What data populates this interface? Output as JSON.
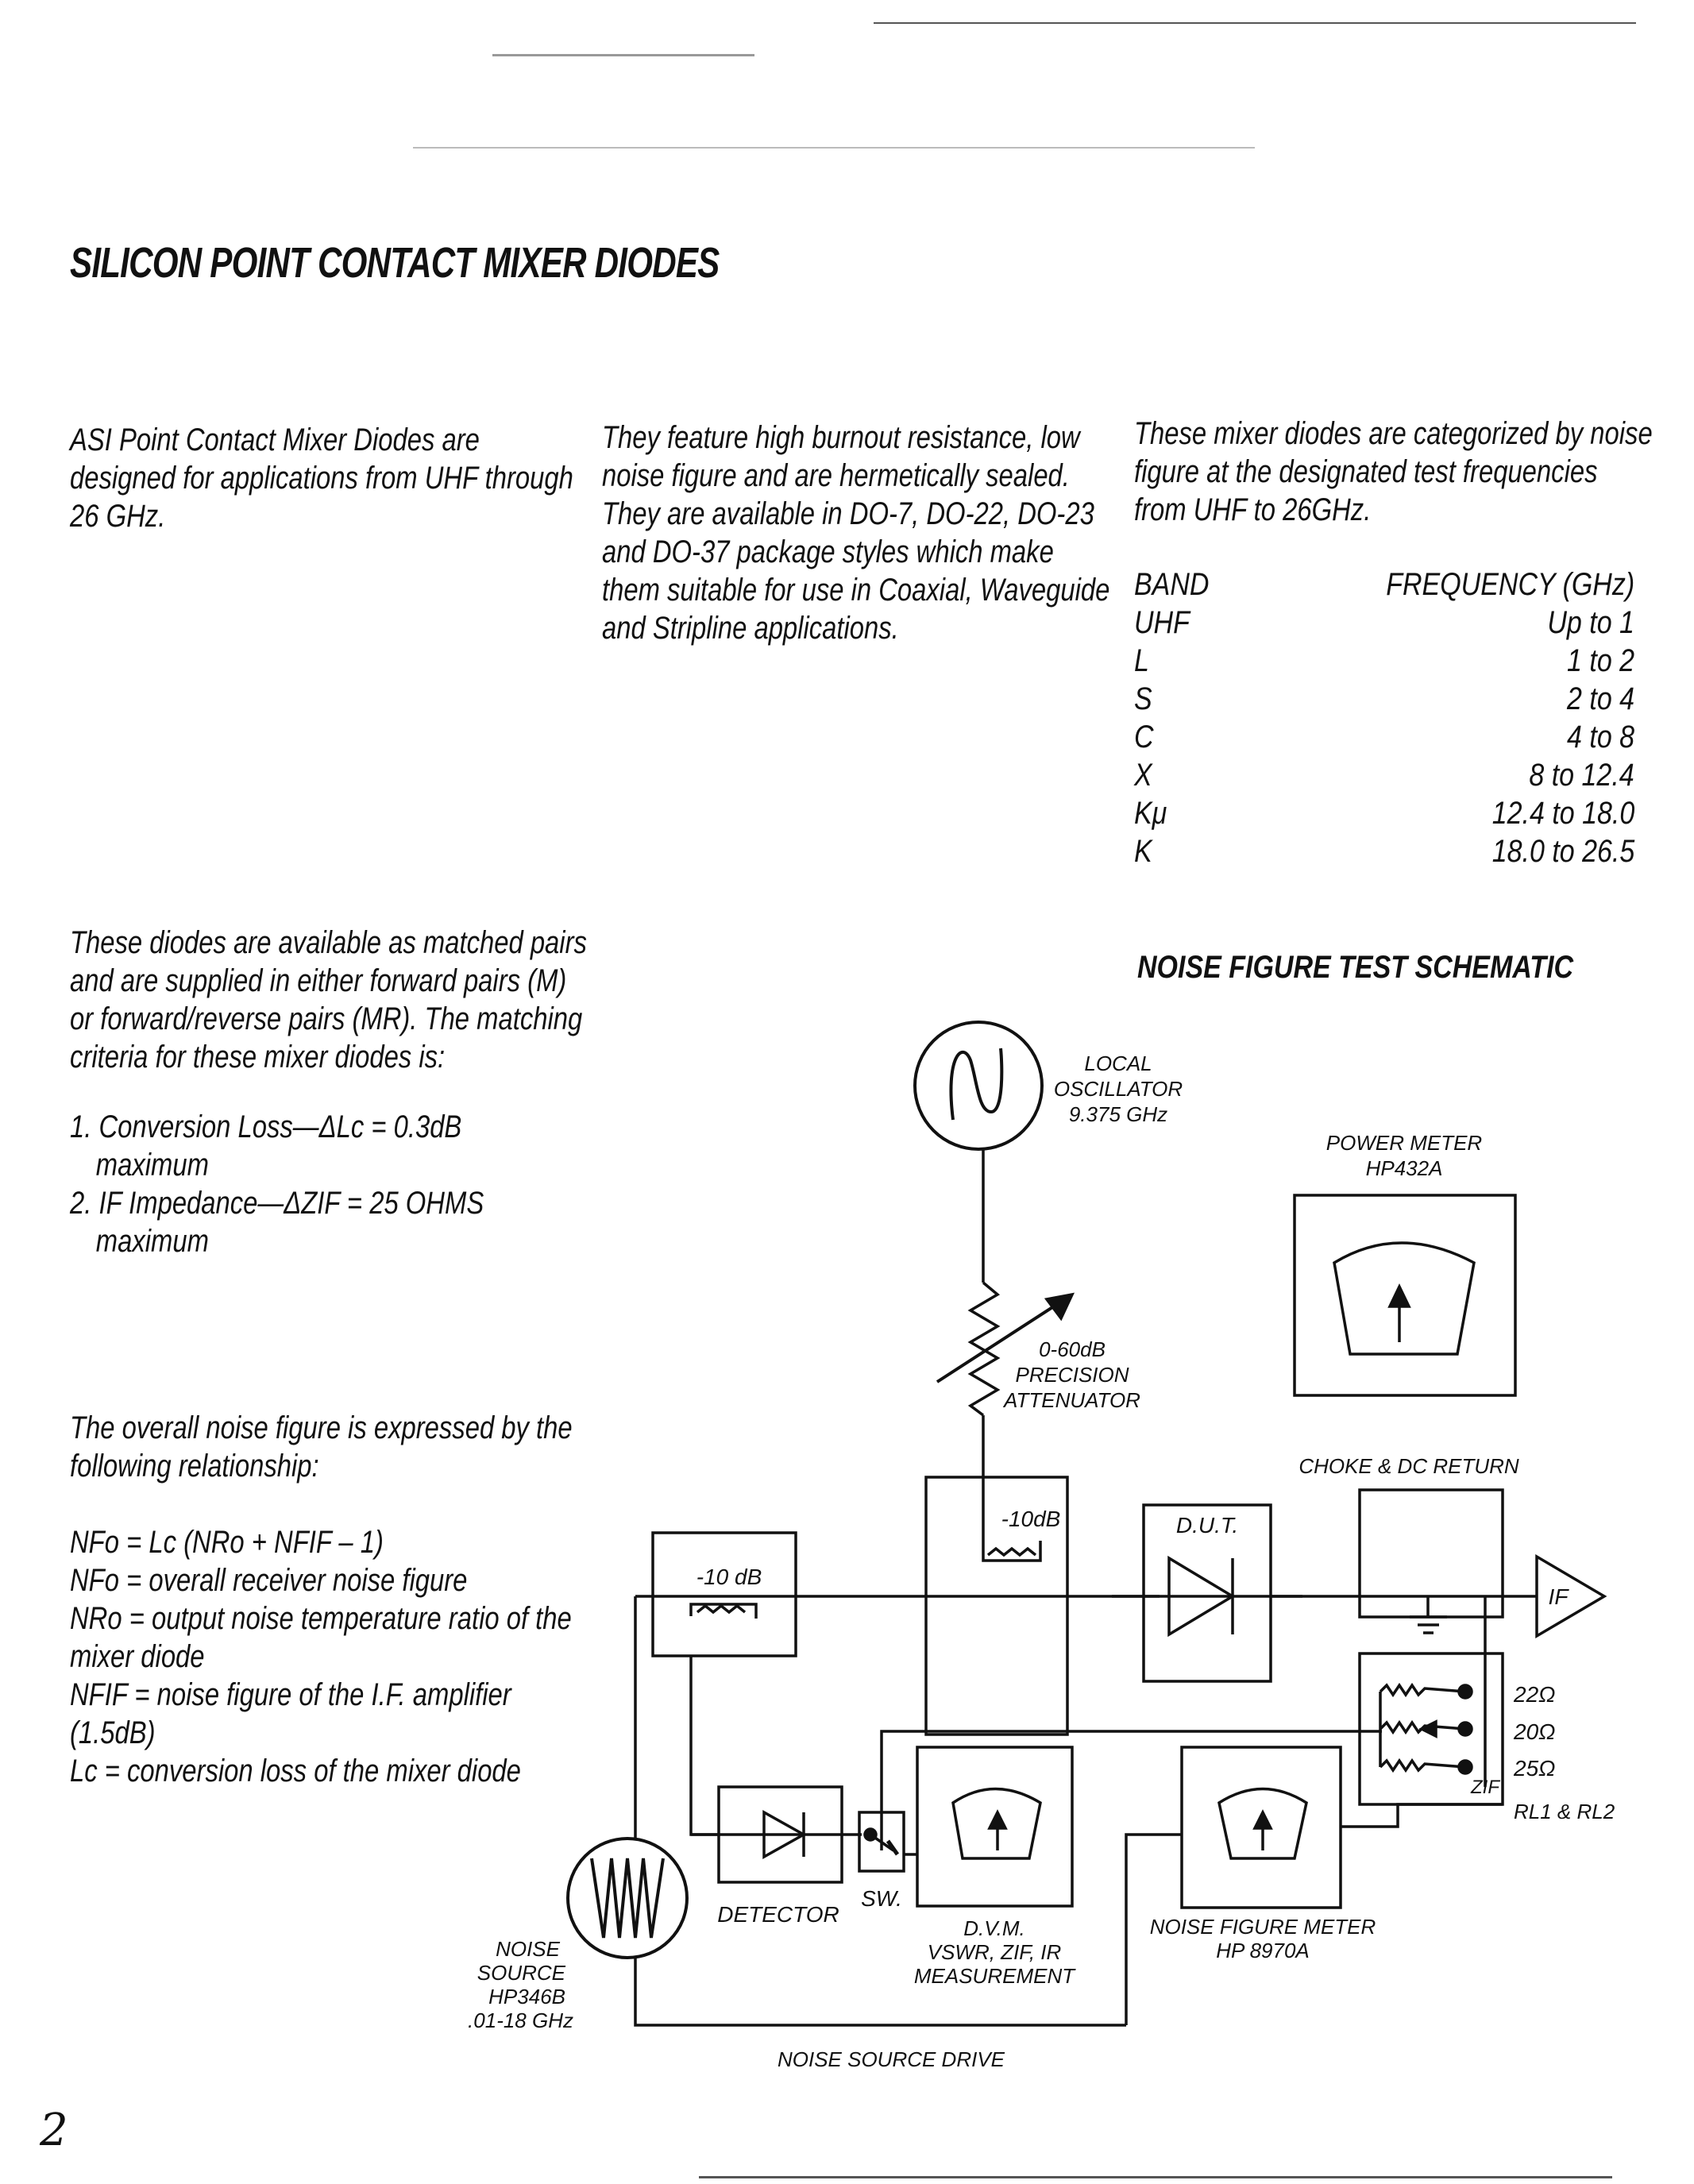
{
  "title": "SILICON POINT CONTACT MIXER DIODES",
  "intro": {
    "col1": [
      "ASI Point Contact Mixer Diodes are",
      "designed for applications from UHF through",
      "26 GHz."
    ],
    "col2": [
      "They feature high burnout resistance, low",
      "noise figure and are hermetically sealed.",
      "They are available in DO-7, DO-22, DO-23",
      "and DO-37 package styles which make",
      "them suitable for use in Coaxial, Waveguide",
      "and Stripline applications."
    ],
    "col3": [
      "These mixer diodes are categorized by noise",
      "figure at the designated test frequencies",
      "from UHF to 26GHz."
    ]
  },
  "band_table": {
    "header_band": "BAND",
    "header_freq": "FREQUENCY (GHz)",
    "rows": [
      {
        "band": "UHF",
        "freq": "Up to 1"
      },
      {
        "band": "L",
        "freq": "1 to 2"
      },
      {
        "band": "S",
        "freq": "2 to 4"
      },
      {
        "band": "C",
        "freq": "4 to 8"
      },
      {
        "band": "X",
        "freq": "8 to 12.4"
      },
      {
        "band": "Kμ",
        "freq": "12.4 to 18.0"
      },
      {
        "band": "K",
        "freq": "18.0 to 26.5"
      }
    ]
  },
  "matching": {
    "intro": [
      "These diodes are available as matched pairs",
      "and are supplied in either forward pairs (M)",
      "or forward/reverse pairs (MR). The matching",
      "criteria for these mixer diodes is:"
    ],
    "item1_line1": "1. Conversion Loss—ΔLc = 0.3dB",
    "item1_line2": "maximum",
    "item2_line1": "2. IF Impedance—ΔZIF = 25 OHMS",
    "item2_line2": "maximum"
  },
  "noise": {
    "intro": [
      "The overall noise figure is expressed by the",
      "following relationship:"
    ],
    "lines": [
      "NFo = Lc (NRo + NFIF – 1)",
      "NFo = overall receiver noise figure",
      "NRo = output noise temperature ratio of the",
      "mixer diode",
      "NFIF = noise figure of the I.F. amplifier",
      "(1.5dB)",
      "Lc = conversion loss of the mixer diode"
    ]
  },
  "schematic": {
    "title": "NOISE FIGURE TEST SCHEMATIC",
    "lo": [
      "LOCAL",
      "OSCILLATOR",
      "9.375 GHz"
    ],
    "power_meter": [
      "POWER METER",
      "HP432A"
    ],
    "attenuator": [
      "0-60dB",
      "PRECISION",
      "ATTENUATOR"
    ],
    "choke": "CHOKE & DC RETURN",
    "coupler_top": "-10dB",
    "coupler_left": "-10 dB",
    "dut": "D.U.T.",
    "if_amp": "IF",
    "resistors": [
      "22Ω",
      "20Ω",
      "25Ω"
    ],
    "zif": "ZIF",
    "rl": "RL1 & RL2",
    "detector": "DETECTOR",
    "sw": "SW.",
    "dvm": [
      "D.V.M.",
      "VSWR, ZIF, IR",
      "MEASUREMENT"
    ],
    "nfm": [
      "NOISE FIGURE METER",
      "HP 8970A"
    ],
    "noise_source": [
      "NOISE",
      "SOURCE",
      "HP346B",
      ".01-18 GHz"
    ],
    "drive": "NOISE SOURCE DRIVE"
  },
  "page_number": "2"
}
